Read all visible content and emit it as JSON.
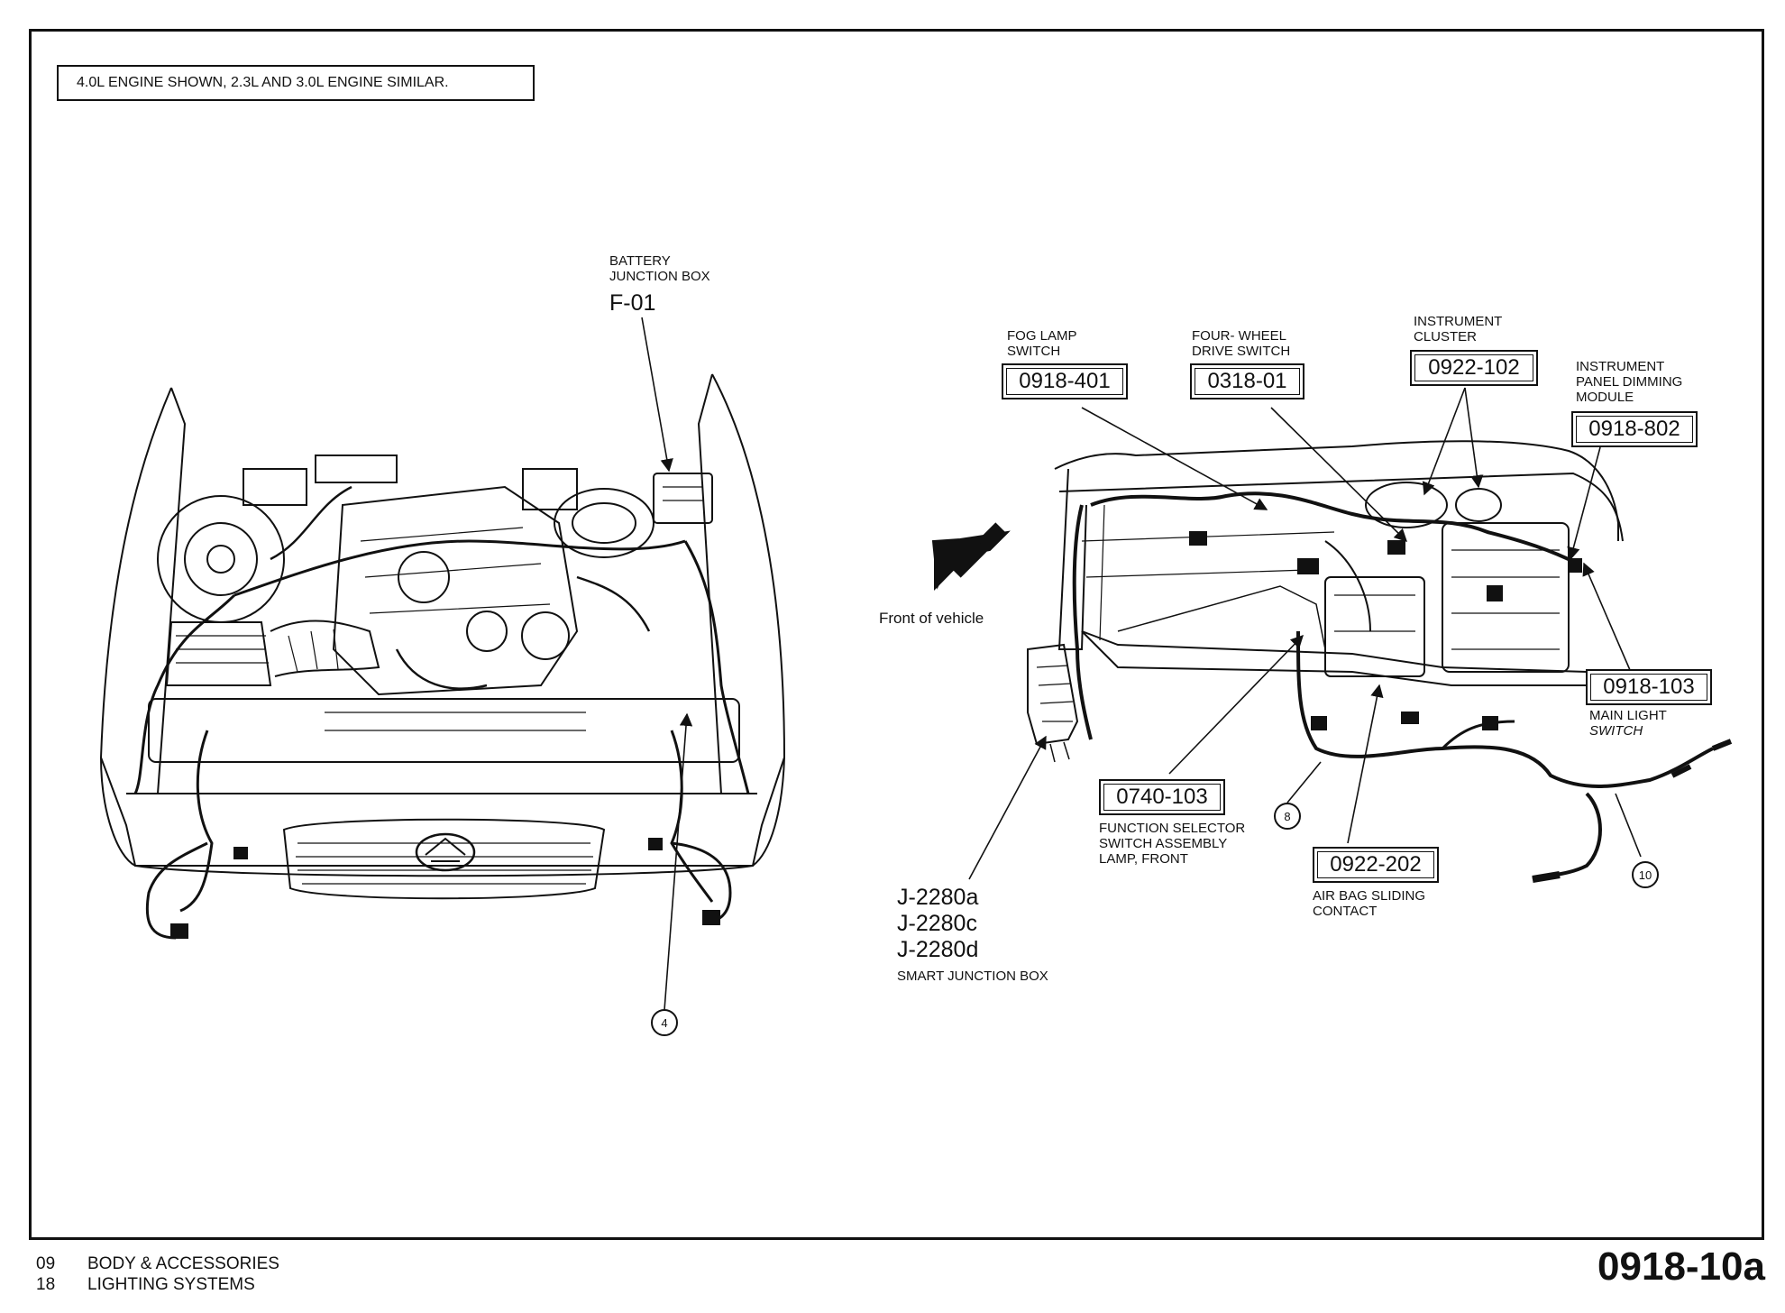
{
  "note": "4.0L ENGINE SHOWN, 2.3L AND 3.0L ENGINE SIMILAR.",
  "front_label": "Front of vehicle",
  "callouts": {
    "battery_junction_box": {
      "label": [
        "BATTERY",
        "JUNCTION BOX"
      ],
      "code": "F-01"
    },
    "fog_lamp_switch": {
      "label": [
        "FOG LAMP",
        "SWITCH"
      ],
      "code": "0918-401"
    },
    "four_wheel_drive_switch": {
      "label": [
        "FOUR- WHEEL",
        "DRIVE  SWITCH"
      ],
      "code": "0318-01"
    },
    "instrument_cluster": {
      "label": [
        "INSTRUMENT",
        "CLUSTER"
      ],
      "code": "0922-102"
    },
    "instrument_panel_dimming_module": {
      "label": [
        "INSTRUMENT",
        "PANEL DIMMING",
        "MODULE"
      ],
      "code": "0918-802"
    },
    "main_light_switch": {
      "label": [
        "MAIN LIGHT",
        "SWITCH"
      ],
      "code": "0918-103"
    },
    "function_selector_switch": {
      "label": [
        "FUNCTION SELECTOR",
        "SWITCH ASSEMBLY",
        "LAMP, FRONT"
      ],
      "code": "0740-103"
    },
    "air_bag_sliding_contact": {
      "label": [
        "AIR BAG SLIDING",
        "CONTACT"
      ],
      "code": "0922-202"
    },
    "smart_junction_box": {
      "label": "SMART JUNCTION BOX",
      "codes": [
        "J-2280a",
        "J-2280c",
        "J-2280d"
      ]
    }
  },
  "connectors": [
    "4",
    "8",
    "10"
  ],
  "footer": {
    "groups": [
      {
        "number": "09",
        "title": "BODY & ACCESSORIES"
      },
      {
        "number": "18",
        "title": "LIGHTING SYSTEMS"
      }
    ],
    "page_code": "0918-10a"
  }
}
